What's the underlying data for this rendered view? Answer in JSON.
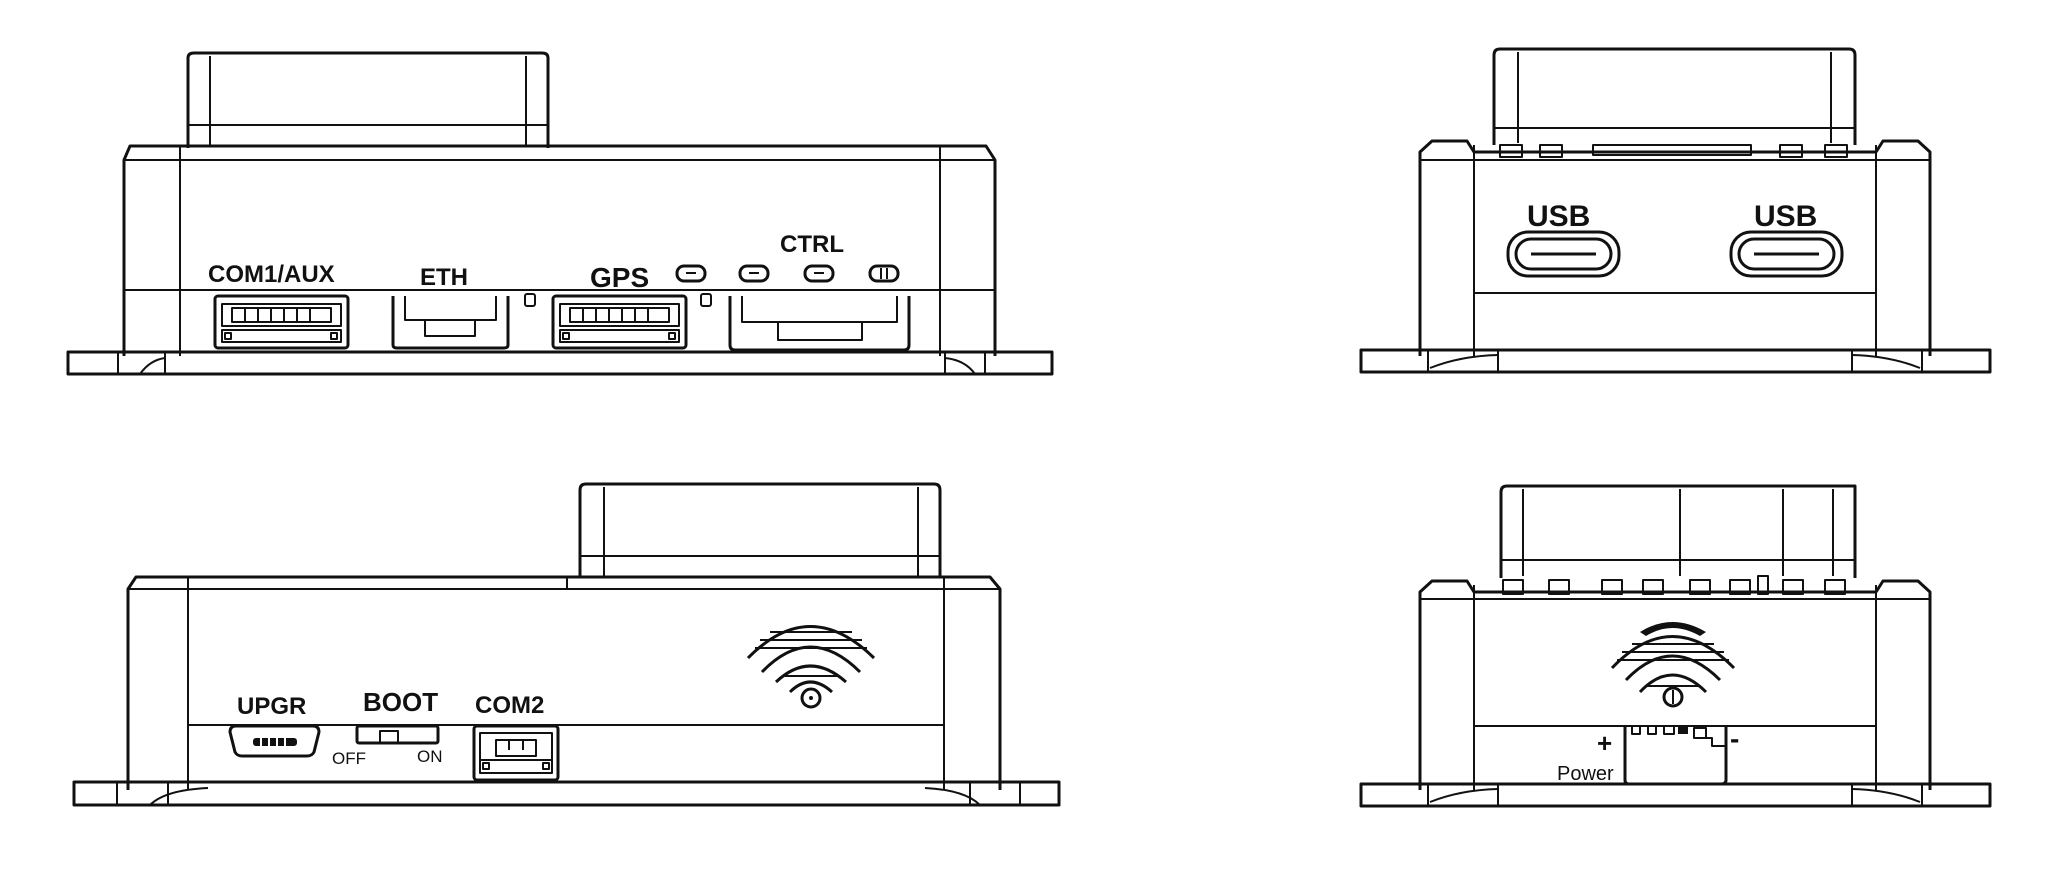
{
  "views": {
    "front": {
      "ports": [
        {
          "label": "COM1/AUX"
        },
        {
          "label": "ETH"
        },
        {
          "label": "GPS"
        },
        {
          "label": "CTRL"
        }
      ]
    },
    "side_usb": {
      "ports": [
        {
          "label": "USB"
        },
        {
          "label": "USB"
        }
      ]
    },
    "rear": {
      "ports": [
        {
          "label": "UPGR"
        },
        {
          "label": "BOOT"
        },
        {
          "label": "COM2"
        }
      ],
      "switch_off": "OFF",
      "switch_on": "ON"
    },
    "side_power": {
      "plus": "+",
      "minus": "-",
      "power_label": "Power"
    }
  },
  "icons": [
    "wifi-antenna-icon"
  ],
  "colors": {
    "line": "#111111",
    "background": "#ffffff"
  }
}
